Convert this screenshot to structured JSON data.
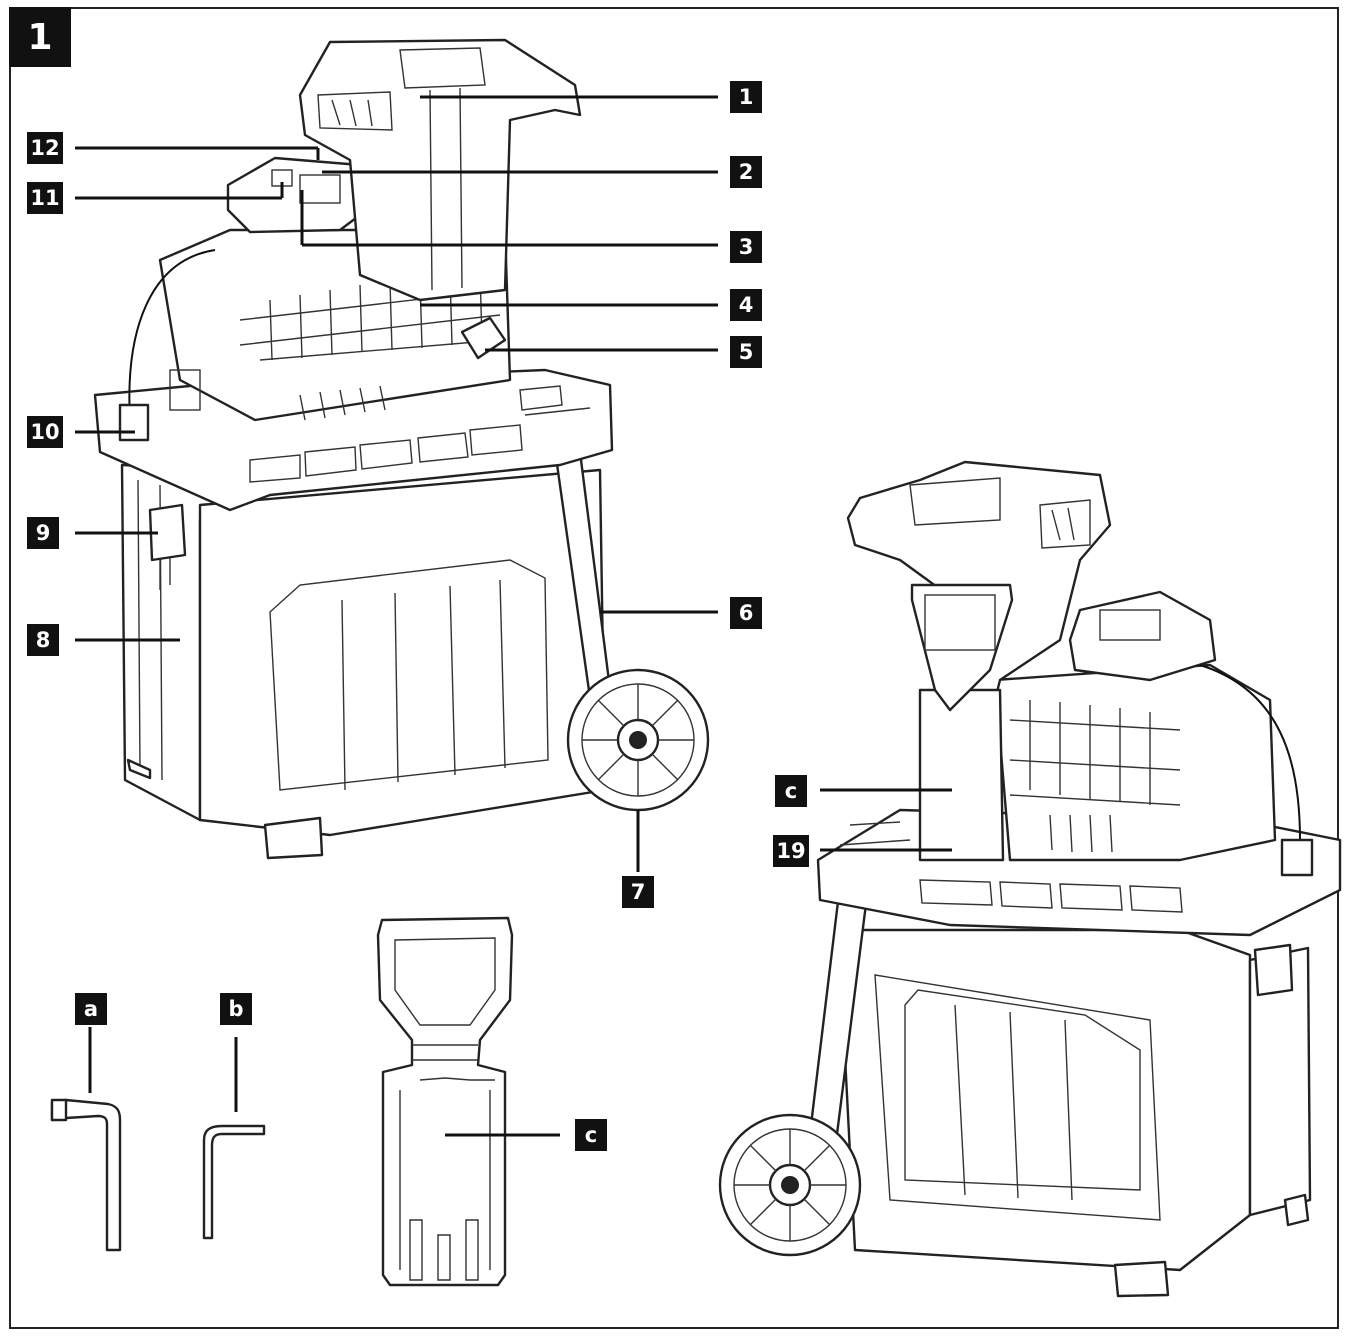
{
  "figure": {
    "number": "1"
  },
  "labels": {
    "l1": "1",
    "l2": "2",
    "l3": "3",
    "l4": "4",
    "l5": "5",
    "l6": "6",
    "l7": "7",
    "l8": "8",
    "l9": "9",
    "l10": "10",
    "l11": "11",
    "l12": "12",
    "la": "a",
    "lb": "b",
    "lc1": "c",
    "lc2": "c",
    "l19": "19"
  },
  "colors": {
    "ink": "#111111",
    "paper": "#ffffff"
  }
}
